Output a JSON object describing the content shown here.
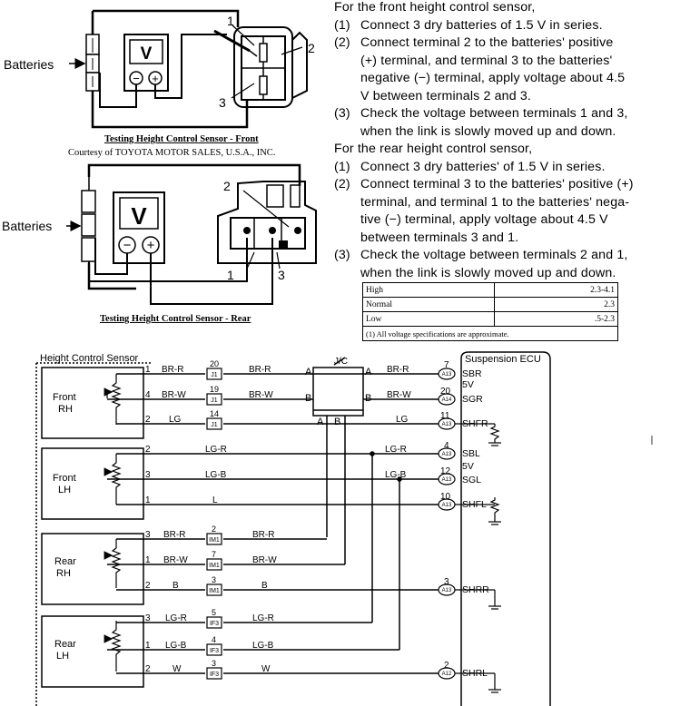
{
  "instructions": {
    "front_heading": "For the front height control sensor,",
    "front_steps": [
      {
        "num": "(1)",
        "lines": [
          "Connect 3 dry batteries of 1.5 V in series."
        ]
      },
      {
        "num": "(2)",
        "lines": [
          "Connect terminal 2 to the batteries' positive",
          "(+) terminal, and terminal 3 to the batteries'",
          "negative (−) terminal, apply voltage about 4.5",
          "V between terminals 2 and 3."
        ]
      },
      {
        "num": "(3)",
        "lines": [
          "Check the voltage between terminals 1 and 3,",
          "when the link is slowly moved up and down."
        ]
      }
    ],
    "rear_heading": "For the rear height control sensor,",
    "rear_steps": [
      {
        "num": "(1)",
        "lines": [
          "Connect 3 dry batteries' of 1.5 V in series."
        ]
      },
      {
        "num": "(2)",
        "lines": [
          "Connect terminal 3 to the batteries' positive (+)",
          "terminal, and terminal 1 to the batteries' nega-",
          "tive (−) terminal, apply voltage about 4.5 V",
          "between terminals 3 and 1."
        ]
      },
      {
        "num": "(3)",
        "lines": [
          "Check the voltage between terminals 2 and 1,",
          "when the link is slowly moved up and down."
        ]
      }
    ]
  },
  "spec_table": {
    "rows": [
      {
        "label": "High",
        "value": "2.3-4.1"
      },
      {
        "label": "Normal",
        "value": "2.3"
      },
      {
        "label": "Low",
        "value": ".5-2.3"
      }
    ],
    "note": "(1) All voltage specifications are approximate."
  },
  "figure_front": {
    "batteries_label": "Batteries",
    "meter_label": "V",
    "minus": "−",
    "plus": "+",
    "terminals": [
      "1",
      "2",
      "3"
    ],
    "caption": "Testing Height Control Sensor - Front",
    "courtesy": "Courtesy of TOYOTA MOTOR SALES, U.S.A., INC."
  },
  "figure_rear": {
    "batteries_label": "Batteries",
    "meter_label": "V",
    "minus": "−",
    "plus": "+",
    "terminals": [
      "2",
      "1",
      "3"
    ],
    "caption": "Testing Height Control Sensor - Rear"
  },
  "wiring": {
    "sensor_group_label": "Height Control Sensor",
    "ecu_label": "Suspension ECU",
    "jc_label": "J/C",
    "jc_pins": [
      "A",
      "A",
      "B",
      "B",
      "A",
      "B"
    ],
    "sensors": [
      {
        "name": [
          "Front",
          "RH"
        ],
        "pins": [
          "1",
          "4",
          "2"
        ],
        "wires": [
          "BR-R",
          "BR-W",
          "LG"
        ],
        "connectors": [
          "J1",
          "J1",
          "J1"
        ],
        "cpins": [
          "20",
          "19",
          "14"
        ]
      },
      {
        "name": [
          "Front",
          "LH"
        ],
        "pins": [
          "2",
          "3",
          "1"
        ],
        "wires": [
          "LG-R",
          "LG-B",
          "L"
        ]
      },
      {
        "name": [
          "Rear",
          "RH"
        ],
        "pins": [
          "3",
          "1",
          "2"
        ],
        "wires": [
          "BR-R",
          "BR-W",
          "B"
        ],
        "connectors": [
          "IM1",
          "IM1",
          "IM1"
        ],
        "cpins": [
          "2",
          "7",
          "3"
        ],
        "wires2": [
          "BR-R",
          "BR-W",
          "B"
        ]
      },
      {
        "name": [
          "Rear",
          "LH"
        ],
        "pins": [
          "3",
          "1",
          "2"
        ],
        "wires": [
          "LG-R",
          "LG-B",
          "W"
        ],
        "connectors": [
          "IF3",
          "IF3",
          "IF3"
        ],
        "cpins": [
          "5",
          "4",
          "3"
        ],
        "wires2": [
          "LG-R",
          "LG-B",
          "W"
        ]
      }
    ],
    "front_rh_jc_wires": [
      "BR-R",
      "BR-W",
      "LG"
    ],
    "front_lh_wires_right": [
      "LG-R",
      "LG-B"
    ],
    "ecu_pins": [
      {
        "pin": "7",
        "conn": "A13",
        "label": "SBR"
      },
      {
        "pin": "20",
        "conn": "A14",
        "label": "SGR"
      },
      {
        "pin": "11",
        "conn": "A13",
        "label": "SHFR"
      },
      {
        "pin": "4",
        "conn": "A13",
        "label": "SBL"
      },
      {
        "pin": "12",
        "conn": "A13",
        "label": "SGL"
      },
      {
        "pin": "10",
        "conn": "A13",
        "label": "SHFL"
      },
      {
        "pin": "3",
        "conn": "A13",
        "label": "SHRR"
      },
      {
        "pin": "2",
        "conn": "A12",
        "label": "SHRL"
      }
    ],
    "five_v": "5V"
  }
}
